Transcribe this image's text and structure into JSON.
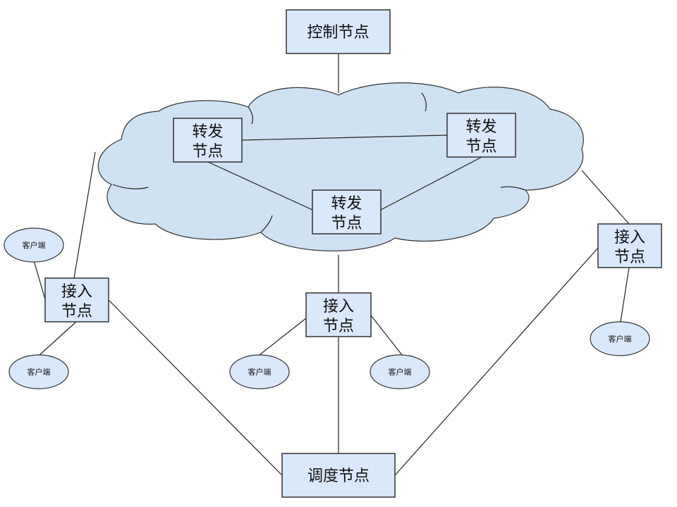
{
  "nodes": {
    "control": "控制节点",
    "scheduler": "调度节点",
    "forward_left": [
      "转发",
      "节点"
    ],
    "forward_right": [
      "转发",
      "节点"
    ],
    "forward_center": [
      "转发",
      "节点"
    ],
    "access_left": [
      "接入",
      "节点"
    ],
    "access_center": [
      "接入",
      "节点"
    ],
    "access_right": [
      "接入",
      "节点"
    ]
  },
  "client_label": "客户端",
  "colors": {
    "node_fill": "#dae8fc",
    "cloud_fill": "#cfe2f3",
    "stroke": "#333333"
  }
}
